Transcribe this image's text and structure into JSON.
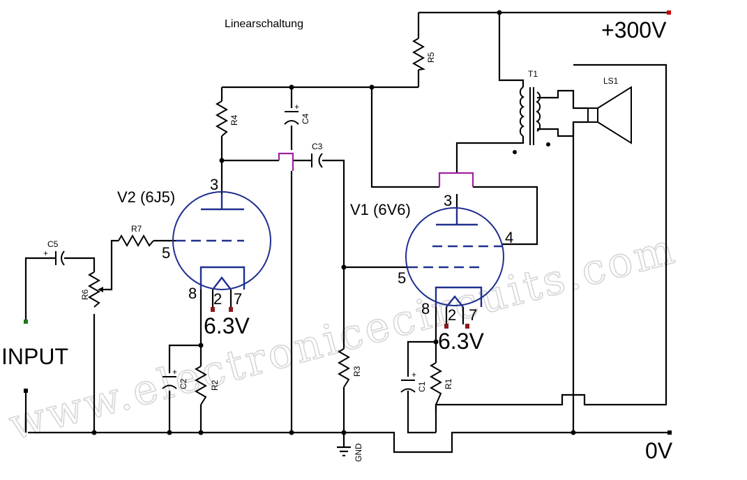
{
  "title": "Linearschaltung",
  "supply_label": "+300V",
  "ground_rail_label": "0V",
  "input_label": "INPUT",
  "ground_symbol_label": "GND",
  "watermark": "www.electronicecircuits.com",
  "tubes": {
    "v1": {
      "label": "V1 (6V6)",
      "pin_plate": "3",
      "pin_grid": "5",
      "pin_screen": "4",
      "pin_cathode": "8",
      "pin_heater_a": "2",
      "pin_heater_b": "7",
      "heater_voltage": "6.3V"
    },
    "v2": {
      "label": "V2 (6J5)",
      "pin_plate": "3",
      "pin_grid": "5",
      "pin_cathode": "8",
      "pin_heater_a": "2",
      "pin_heater_b": "7",
      "heater_voltage": "6.3V"
    }
  },
  "components": {
    "r1": "R1",
    "r2": "R2",
    "r3": "R3",
    "r4": "R4",
    "r5": "R5",
    "r6": "R6",
    "r7": "R7",
    "c1": "C1",
    "c2": "C2",
    "c3": "C3",
    "c4": "C4",
    "c5": "C5",
    "t1": "T1",
    "ls1": "LS1"
  },
  "polarity_mark": "+",
  "colors": {
    "tube": "#1f2f8f",
    "wire": "#000000",
    "crossover": "#a020a0",
    "terminal_red": "#cc0000",
    "terminal_green": "#1a7a1a",
    "heater_pin": "#8b1a1a"
  }
}
